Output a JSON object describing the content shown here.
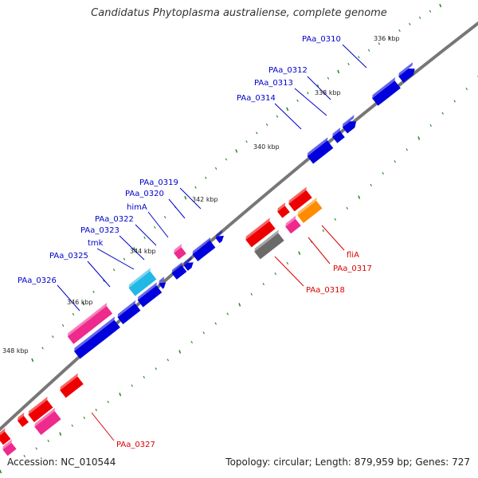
{
  "title": "Candidatus Phytoplasma australiense, complete genome",
  "accession_text": "Accession: NC_010544",
  "summary_text": "Topology: circular; Length: 879,959 bp; Genes: 727",
  "colors": {
    "backbone": "#777777",
    "tick": "#2e8b2e",
    "blue": "#0000dd",
    "red": "#ee0000",
    "pink": "#ee2a8c",
    "cyan": "#22b8e6",
    "orange": "#ff8c00",
    "gray": "#6a6a6a",
    "label_blue": "#0000cc",
    "label_red": "#dd0000"
  },
  "scale_labels": [
    "336 kbp",
    "338 kbp",
    "340 kbp",
    "342 kbp",
    "344 kbp",
    "346 kbp",
    "348 kbp"
  ],
  "gene_labels_forward": [
    "PAa_0310",
    "PAa_0312",
    "PAa_0313",
    "PAa_0314",
    "PAa_0319",
    "PAa_0320",
    "himA",
    "PAa_0322",
    "PAa_0323",
    "tmk",
    "PAa_0325",
    "PAa_0326"
  ],
  "gene_labels_reverse": [
    "fliA",
    "PAa_0317",
    "PAa_0318",
    "PAa_0327"
  ]
}
